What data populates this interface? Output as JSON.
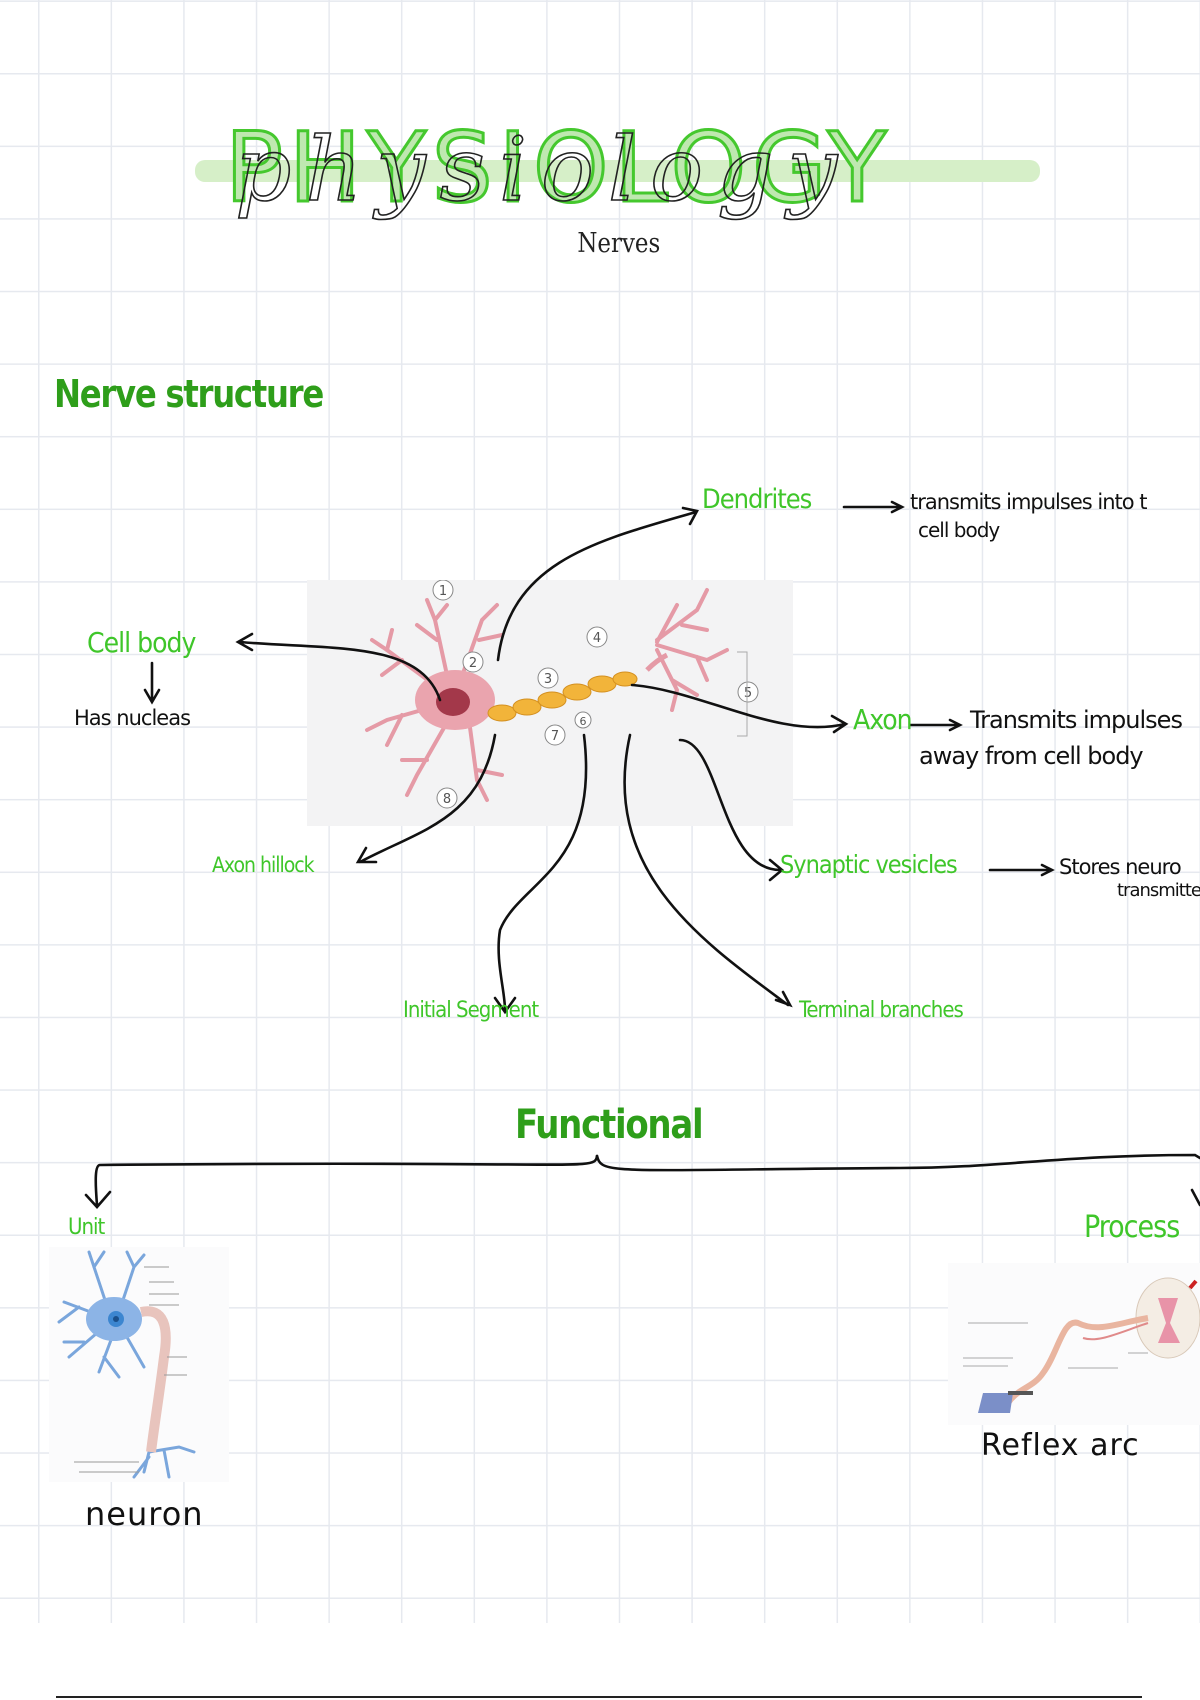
{
  "title": {
    "block": "PHYSIOLOGY",
    "cursive": "physiology",
    "subtitle": "Nerves"
  },
  "colors": {
    "accent_green": "#3fc62a",
    "heading_green": "#2e9e1a",
    "ink": "#111111"
  },
  "nerve_structure": {
    "heading": "Nerve structure",
    "diagram_numbers": [
      "1",
      "2",
      "3",
      "4",
      "5",
      "6",
      "7",
      "8"
    ],
    "labels": {
      "dendrites": "Dendrites",
      "dendrites_note_1": "transmits impulses into t",
      "dendrites_note_2": "cell body",
      "cell_body": "Cell body",
      "cell_body_note": "Has nucleas",
      "axon": "Axon",
      "axon_note_1": "Transmits impulses",
      "axon_note_2": "away from cell body",
      "axon_hillock": "Axon hillock",
      "synaptic_vesicles": "Synaptic vesicles",
      "synaptic_note_1": "Stores neuro",
      "synaptic_note_2": "transmitte",
      "initial_segment": "Initial Segment",
      "terminal_branches": "Terminal branches"
    }
  },
  "functional": {
    "heading": "Functional",
    "unit_label": "Unit",
    "unit_caption": "neuron",
    "process_label": "Process",
    "process_caption": "Reflex arc"
  }
}
